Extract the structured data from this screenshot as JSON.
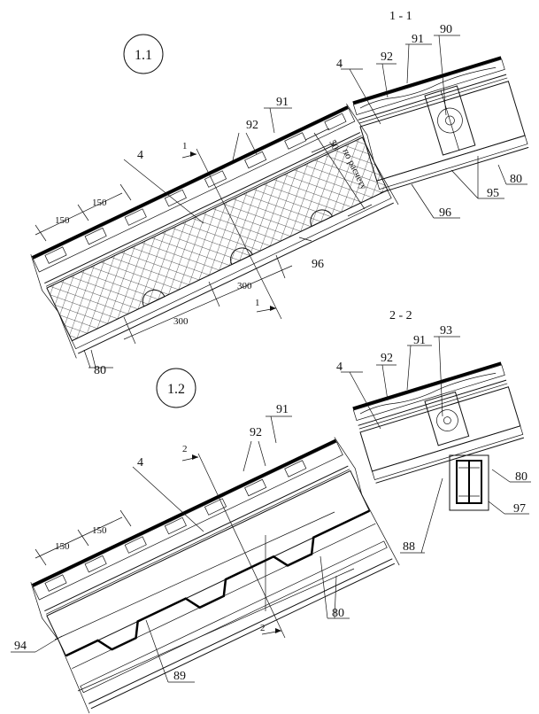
{
  "detail_1_1": {
    "badge": "1.1",
    "dim_150_a": "150",
    "dim_150_b": "150",
    "dim_300_a": "300",
    "dim_300_b": "300",
    "dim_50": "50",
    "dim_calc": "по расчету",
    "cut_top": "1",
    "cut_bottom": "1",
    "label_4": "4",
    "label_92": "92",
    "label_91": "91",
    "label_96": "96",
    "label_80": "80"
  },
  "section_1_1": {
    "title": "1 - 1",
    "label_90": "90",
    "label_91": "91",
    "label_92": "92",
    "label_4": "4",
    "label_80": "80",
    "label_95": "95",
    "label_96": "96"
  },
  "detail_1_2": {
    "badge": "1.2",
    "dim_150_a": "150",
    "dim_150_b": "150",
    "cut_top": "2",
    "cut_bottom": "2",
    "label_4": "4",
    "label_92": "92",
    "label_91": "91",
    "label_80": "80",
    "label_94": "94",
    "label_89": "89"
  },
  "section_2_2": {
    "title": "2 - 2",
    "label_93": "93",
    "label_91": "91",
    "label_92": "92",
    "label_4": "4",
    "label_80": "80",
    "label_97": "97",
    "label_88": "88"
  }
}
